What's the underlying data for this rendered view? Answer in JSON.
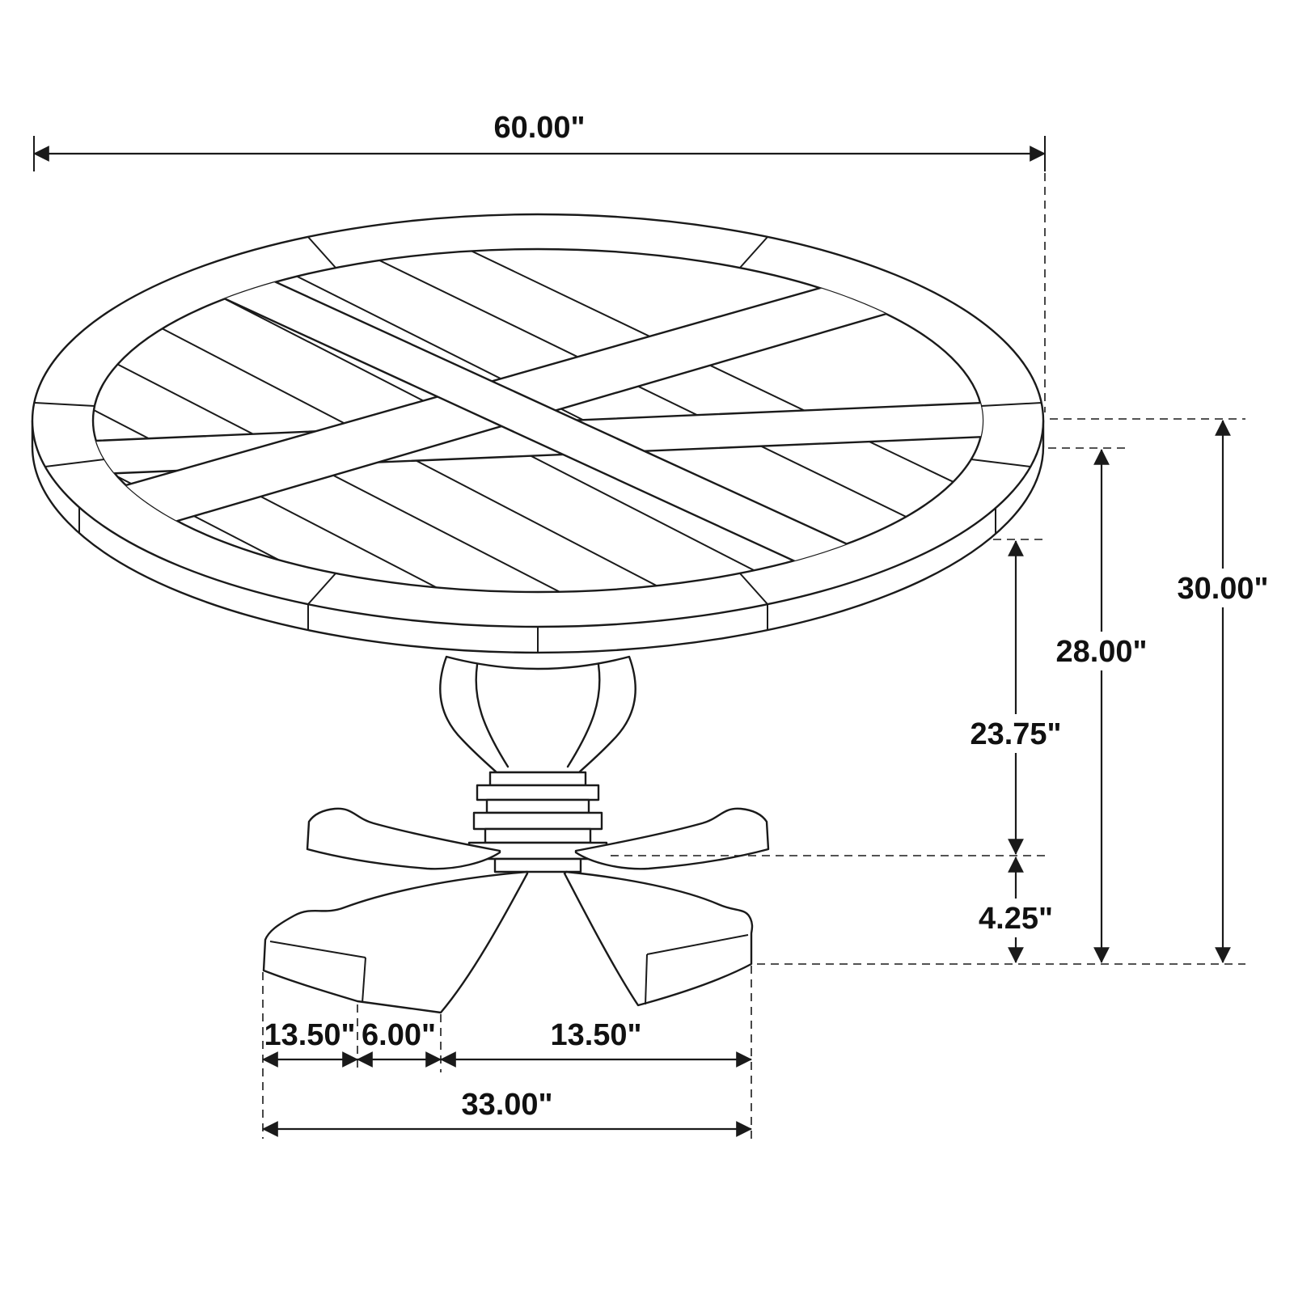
{
  "diagram": {
    "subject": "round-pedestal-dining-table-dimension-drawing",
    "colors": {
      "line": "#1a1a1a",
      "background": "#ffffff"
    },
    "dims": {
      "top_diameter": "60.00\"",
      "overall_height": "30.00\"",
      "underside_height": "28.00\"",
      "pedestal_clearance": "23.75\"",
      "base_height": "4.25\"",
      "left_foot": "13.50\"",
      "center_post": "6.00\"",
      "right_foot": "13.50\"",
      "base_spread": "33.00\""
    }
  }
}
